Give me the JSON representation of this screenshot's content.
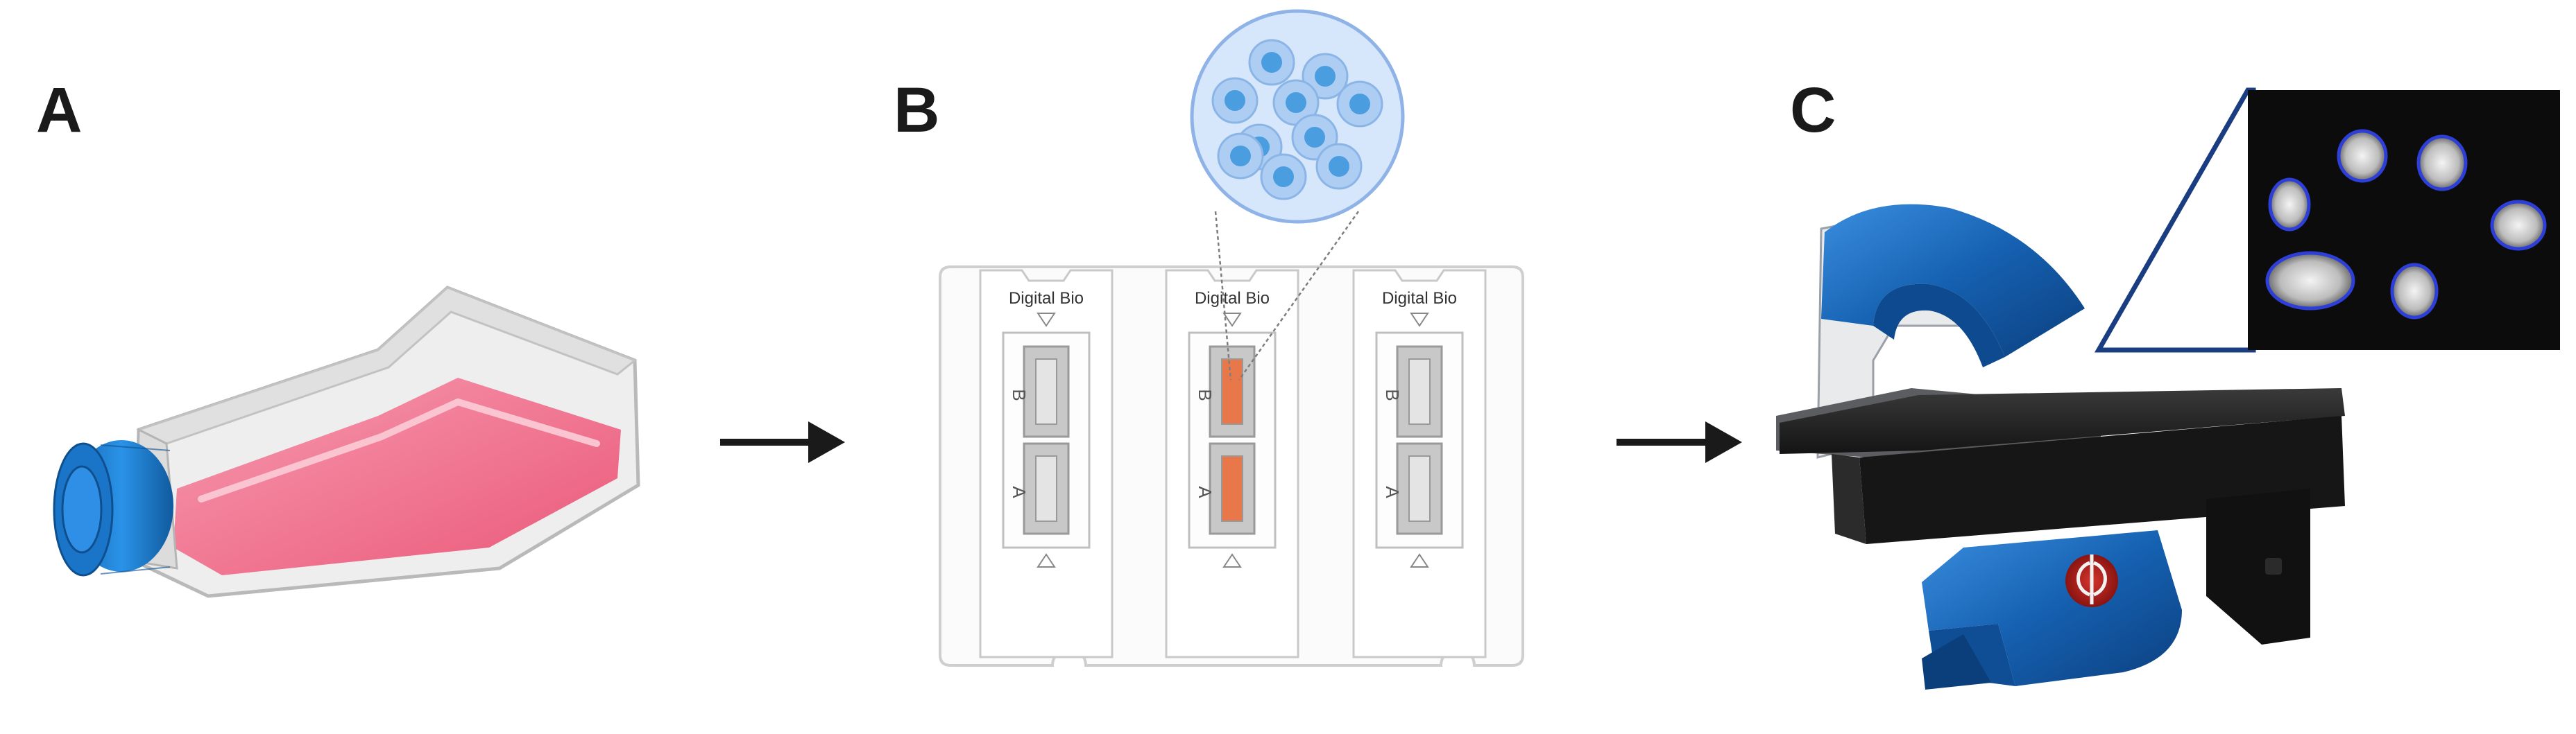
{
  "panels": [
    {
      "letter": "A"
    },
    {
      "letter": "B"
    },
    {
      "letter": "C"
    }
  ],
  "slide": {
    "channels": [
      {
        "brand": "Digital Bio",
        "chamber_top": "B",
        "chamber_bottom": "A",
        "loaded": false
      },
      {
        "brand": "Digital Bio",
        "chamber_top": "B",
        "chamber_bottom": "A",
        "loaded": true
      },
      {
        "brand": "Digital Bio",
        "chamber_top": "B",
        "chamber_bottom": "A",
        "loaded": false
      }
    ]
  },
  "colors": {
    "media_pink": "#f06a88",
    "cap_blue": "#1d7fd0",
    "instrument_blue": "#1a6fc4",
    "instrument_black": "#1c1c1c",
    "cell_blue": "#4a9ee0",
    "cell_bg": "#d6e6fb",
    "sample_orange": "#e8784a",
    "detect_outline": "#2d3fd6"
  },
  "icons": {
    "flask": "culture-flask-icon",
    "arrow": "right-arrow-icon",
    "logo": "phi-logo-icon"
  }
}
